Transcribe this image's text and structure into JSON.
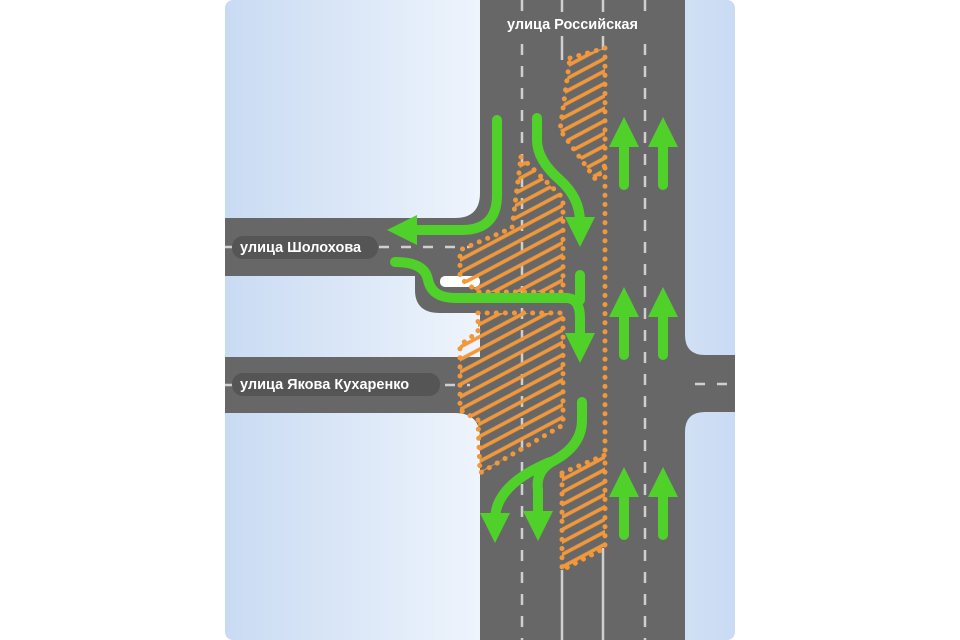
{
  "streets": {
    "main": "улица Российская",
    "west_upper": "улица Шолохова",
    "west_lower": "улица Якова Кухаренко"
  },
  "colors": {
    "road": "#676767",
    "marking": "#cfcfcf",
    "hatch": "#f2983a",
    "arrow": "#4fd12a",
    "label_bg": "#555555"
  },
  "icons": [
    "arrow-left-turn-icon",
    "arrow-down-icon",
    "arrow-up-icon"
  ]
}
